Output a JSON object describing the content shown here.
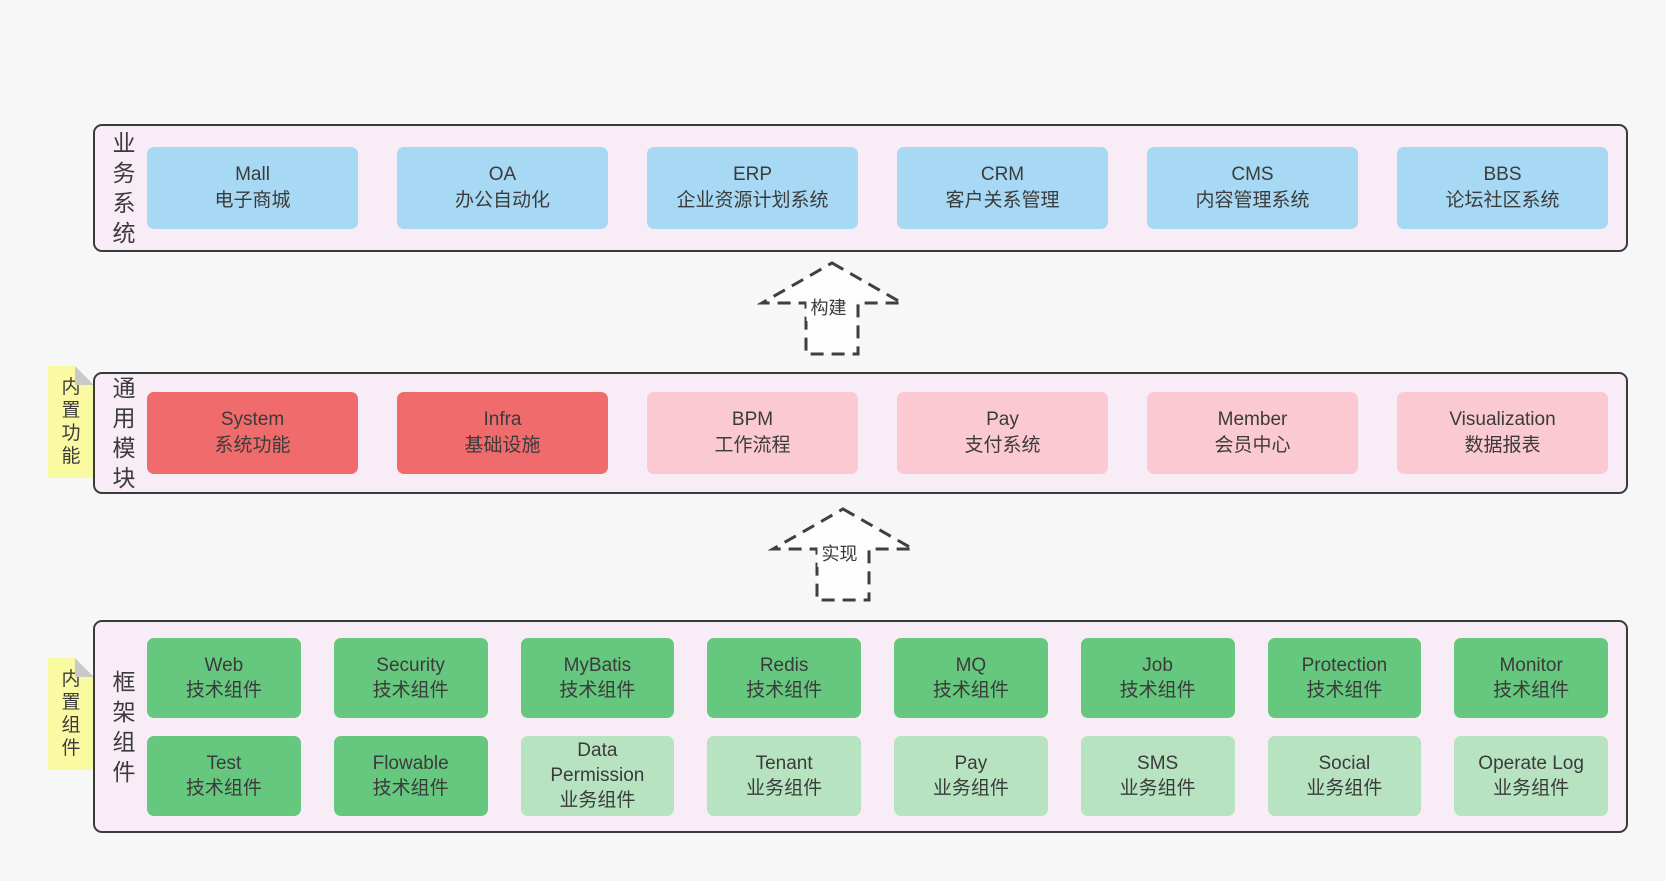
{
  "layers": [
    {
      "label": "业务系统",
      "boxes": [
        {
          "title": "Mall",
          "subtitle": "电子商城",
          "color": "blue"
        },
        {
          "title": "OA",
          "subtitle": "办公自动化",
          "color": "blue"
        },
        {
          "title": "ERP",
          "subtitle": "企业资源计划系统",
          "color": "blue"
        },
        {
          "title": "CRM",
          "subtitle": "客户关系管理",
          "color": "blue"
        },
        {
          "title": "CMS",
          "subtitle": "内容管理系统",
          "color": "blue"
        },
        {
          "title": "BBS",
          "subtitle": "论坛社区系统",
          "color": "blue"
        }
      ]
    },
    {
      "label": "通用模块",
      "note": "内置功能",
      "boxes": [
        {
          "title": "System",
          "subtitle": "系统功能",
          "color": "red"
        },
        {
          "title": "Infra",
          "subtitle": "基础设施",
          "color": "red"
        },
        {
          "title": "BPM",
          "subtitle": "工作流程",
          "color": "pink"
        },
        {
          "title": "Pay",
          "subtitle": "支付系统",
          "color": "pink"
        },
        {
          "title": "Member",
          "subtitle": "会员中心",
          "color": "pink"
        },
        {
          "title": "Visualization",
          "subtitle": "数据报表",
          "color": "pink"
        }
      ]
    },
    {
      "label": "框架组件",
      "note": "内置组件",
      "rows": [
        [
          {
            "title": "Web",
            "subtitle": "技术组件",
            "color": "green"
          },
          {
            "title": "Security",
            "subtitle": "技术组件",
            "color": "green"
          },
          {
            "title": "MyBatis",
            "subtitle": "技术组件",
            "color": "green"
          },
          {
            "title": "Redis",
            "subtitle": "技术组件",
            "color": "green"
          },
          {
            "title": "MQ",
            "subtitle": "技术组件",
            "color": "green"
          },
          {
            "title": "Job",
            "subtitle": "技术组件",
            "color": "green"
          },
          {
            "title": "Protection",
            "subtitle": "技术组件",
            "color": "green"
          },
          {
            "title": "Monitor",
            "subtitle": "技术组件",
            "color": "green"
          }
        ],
        [
          {
            "title": "Test",
            "subtitle": "技术组件",
            "color": "green"
          },
          {
            "title": "Flowable",
            "subtitle": "技术组件",
            "color": "green"
          },
          {
            "title": "Data Permission",
            "subtitle": "业务组件",
            "color": "green-light"
          },
          {
            "title": "Tenant",
            "subtitle": "业务组件",
            "color": "green-light"
          },
          {
            "title": "Pay",
            "subtitle": "业务组件",
            "color": "green-light"
          },
          {
            "title": "SMS",
            "subtitle": "业务组件",
            "color": "green-light"
          },
          {
            "title": "Social",
            "subtitle": "业务组件",
            "color": "green-light"
          },
          {
            "title": "Operate Log",
            "subtitle": "业务组件",
            "color": "green-light"
          }
        ]
      ]
    }
  ],
  "arrows": [
    {
      "label": "构建"
    },
    {
      "label": "实现"
    }
  ],
  "colors": {
    "background": "#f7f7f7",
    "layer_fill": "#f8edf6",
    "layer_border": "#3b3b3b",
    "blue": "#a8d9f4",
    "red": "#f06b6b",
    "pink": "#fac9d2",
    "green": "#66c77e",
    "green_light": "#b7e3c0",
    "note_yellow": "#fafaa2",
    "note_fold": "#c9c9c9",
    "text": "#3b3b3b"
  }
}
